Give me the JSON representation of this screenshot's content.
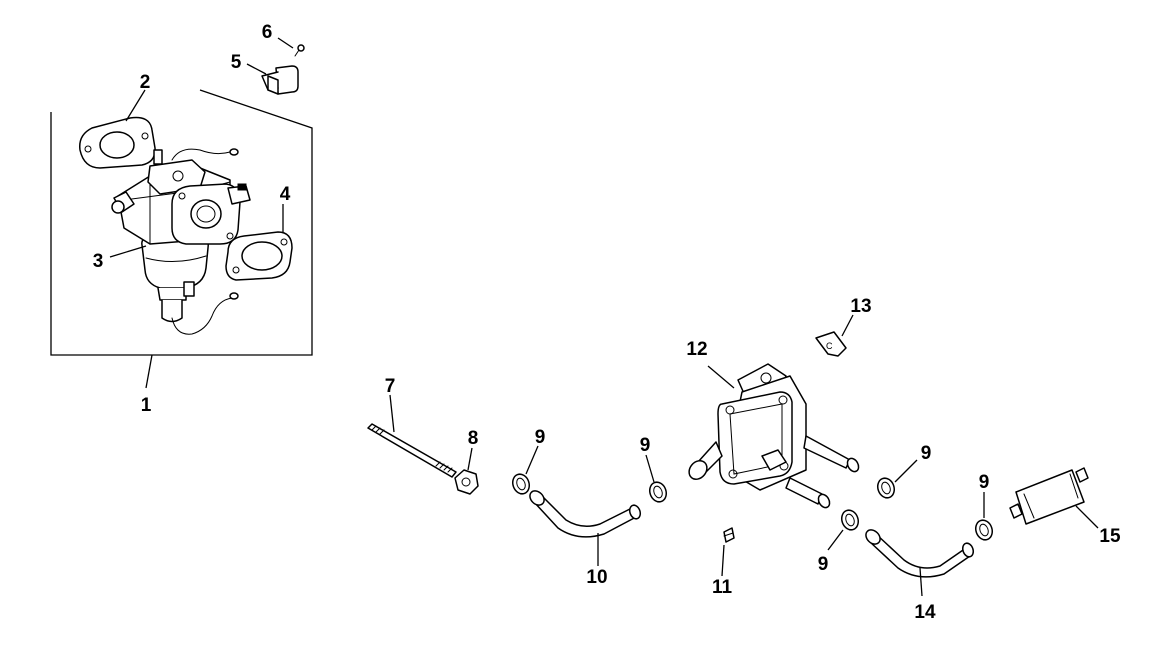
{
  "callouts": {
    "c1": "1",
    "c2": "2",
    "c3": "3",
    "c4": "4",
    "c5": "5",
    "c6": "6",
    "c7": "7",
    "c8": "8",
    "c9a": "9",
    "c9b": "9",
    "c9c": "9",
    "c9d": "9",
    "c9e": "9",
    "c10": "10",
    "c11": "11",
    "c12": "12",
    "c13": "13",
    "c14": "14",
    "c15": "15"
  },
  "part13_mark": "C"
}
